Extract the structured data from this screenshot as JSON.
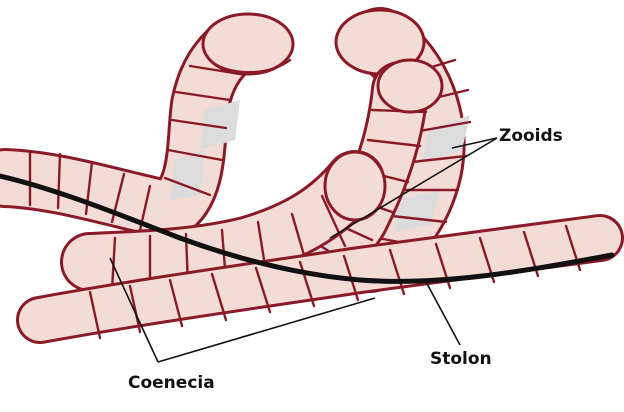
{
  "labels": {
    "zooids": "Zooids",
    "stolon": "Stolon",
    "coenecia": "Coenecia"
  },
  "colors": {
    "tube_fill": "#f4dcd6",
    "tube_stroke": "#8b1a28",
    "zooid_fill": "#dcdcdc",
    "stolon_line": "#111111",
    "leader_line": "#111111"
  }
}
